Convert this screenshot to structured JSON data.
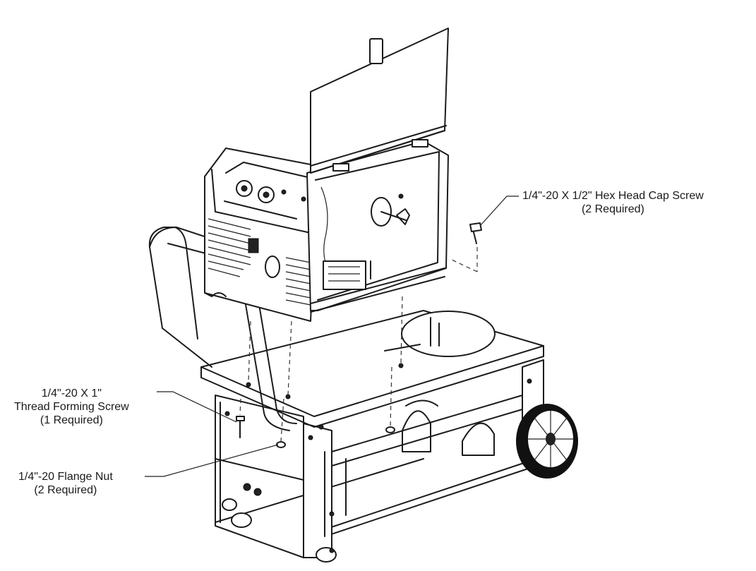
{
  "callouts": {
    "hex_screw": {
      "line1": "1/4\"-20 X 1/2\" Hex Head Cap Screw",
      "line2": "(2 Required)"
    },
    "thread_screw": {
      "line1": "1/4\"-20 X 1\"",
      "line2": "Thread Forming Screw",
      "line3": "(1 Required)"
    },
    "flange_nut": {
      "line1": "1/4\"-20 Flange Nut",
      "line2": "(2 Required)"
    }
  }
}
